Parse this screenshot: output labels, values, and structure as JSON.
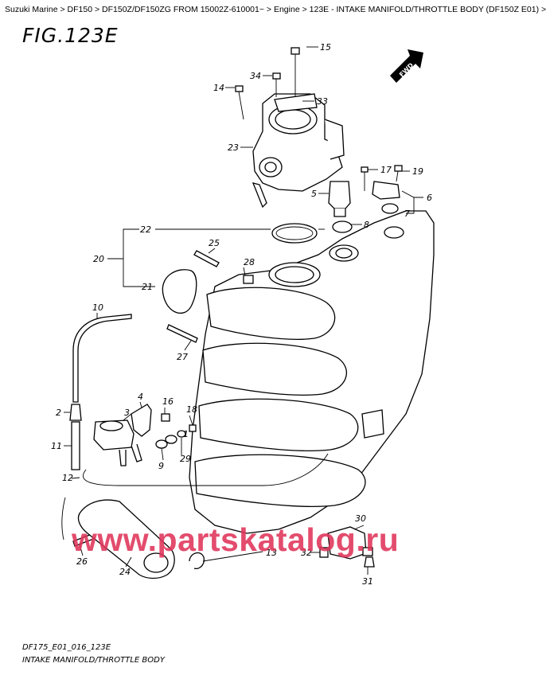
{
  "breadcrumb": {
    "items": [
      "Suzuki Marine",
      "DF150",
      "DF150Z/DF150ZG FROM 15002Z-610001~",
      "Engine",
      "123E - INTAKE MANIFOLD/THROTTLE BODY (DF150Z E01)"
    ],
    "separator": ">"
  },
  "figure": {
    "title": "FIG.123E",
    "code": "DF175_E01_016_123E",
    "description": "INTAKE MANIFOLD/THROTTLE BODY",
    "direction_label": "FWD"
  },
  "watermark": "www.partskatalog.ru",
  "callouts": [
    "1",
    "2",
    "3",
    "4",
    "5",
    "6",
    "7",
    "8",
    "9",
    "10",
    "11",
    "12",
    "13",
    "14",
    "15",
    "16",
    "17",
    "18",
    "19",
    "20",
    "21",
    "22",
    "23",
    "24",
    "25",
    "26",
    "27",
    "28",
    "29",
    "30",
    "31",
    "32",
    "33",
    "34"
  ]
}
